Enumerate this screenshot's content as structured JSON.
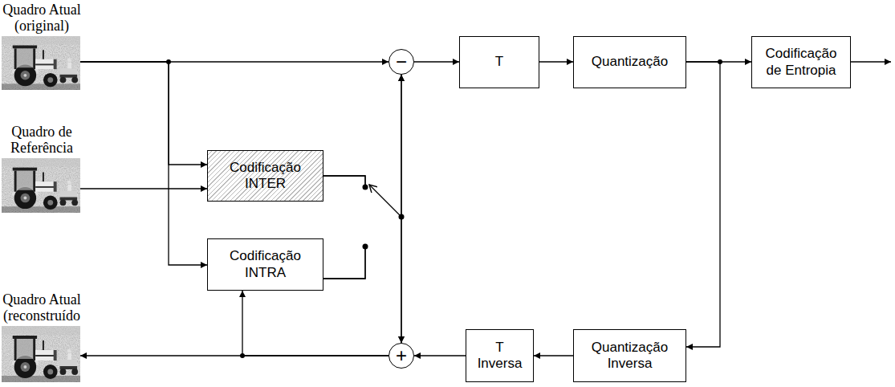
{
  "diagram": {
    "nodes": [
      {
        "text": [
          "Quadro Atual (original)"
        ]
      },
      {
        "text": [
          "−"
        ]
      },
      {
        "text": [
          "T"
        ]
      },
      {
        "text": [
          "Quantização"
        ]
      },
      {
        "text": [
          "Codificação de Entropia"
        ]
      },
      {
        "text": [
          "Quadro de Referência"
        ]
      },
      {
        "text": [
          "Codificação INTER"
        ]
      },
      {
        "text": [
          "Codificação INTRA"
        ]
      },
      {
        "text": [
          "Quadro Atual (reconstruído"
        ]
      },
      {
        "text": [
          "+"
        ]
      },
      {
        "text": [
          "T Inversa"
        ]
      },
      {
        "text": [
          "Quantização Inversa"
        ]
      }
    ],
    "edges": [
      {
        "from": 0,
        "to": 1,
        "arrow": "to"
      },
      {
        "from": 1,
        "to": 2,
        "arrow": "to"
      },
      {
        "from": 2,
        "to": 3,
        "arrow": "to"
      },
      {
        "from": 3,
        "to": 4,
        "arrow": "to"
      },
      {
        "from": 0,
        "to": 6,
        "arrow": "to"
      },
      {
        "from": 0,
        "to": 7,
        "arrow": "to"
      },
      {
        "from": 5,
        "to": 6,
        "arrow": "to"
      },
      {
        "from": 6,
        "to": 1,
        "arrow": "to"
      },
      {
        "from": 6,
        "to": 9,
        "arrow": "to"
      },
      {
        "from": 7,
        "to": 1,
        "arrow": "to"
      },
      {
        "from": 7,
        "to": 9,
        "arrow": "to"
      },
      {
        "from": 9,
        "to": 8,
        "arrow": "to"
      },
      {
        "from": 9,
        "to": 7,
        "arrow": "to"
      },
      {
        "from": 3,
        "to": 11,
        "arrow": "to"
      },
      {
        "from": 11,
        "to": 10,
        "arrow": "to"
      },
      {
        "from": 10,
        "to": 9,
        "arrow": "to"
      }
    ]
  }
}
